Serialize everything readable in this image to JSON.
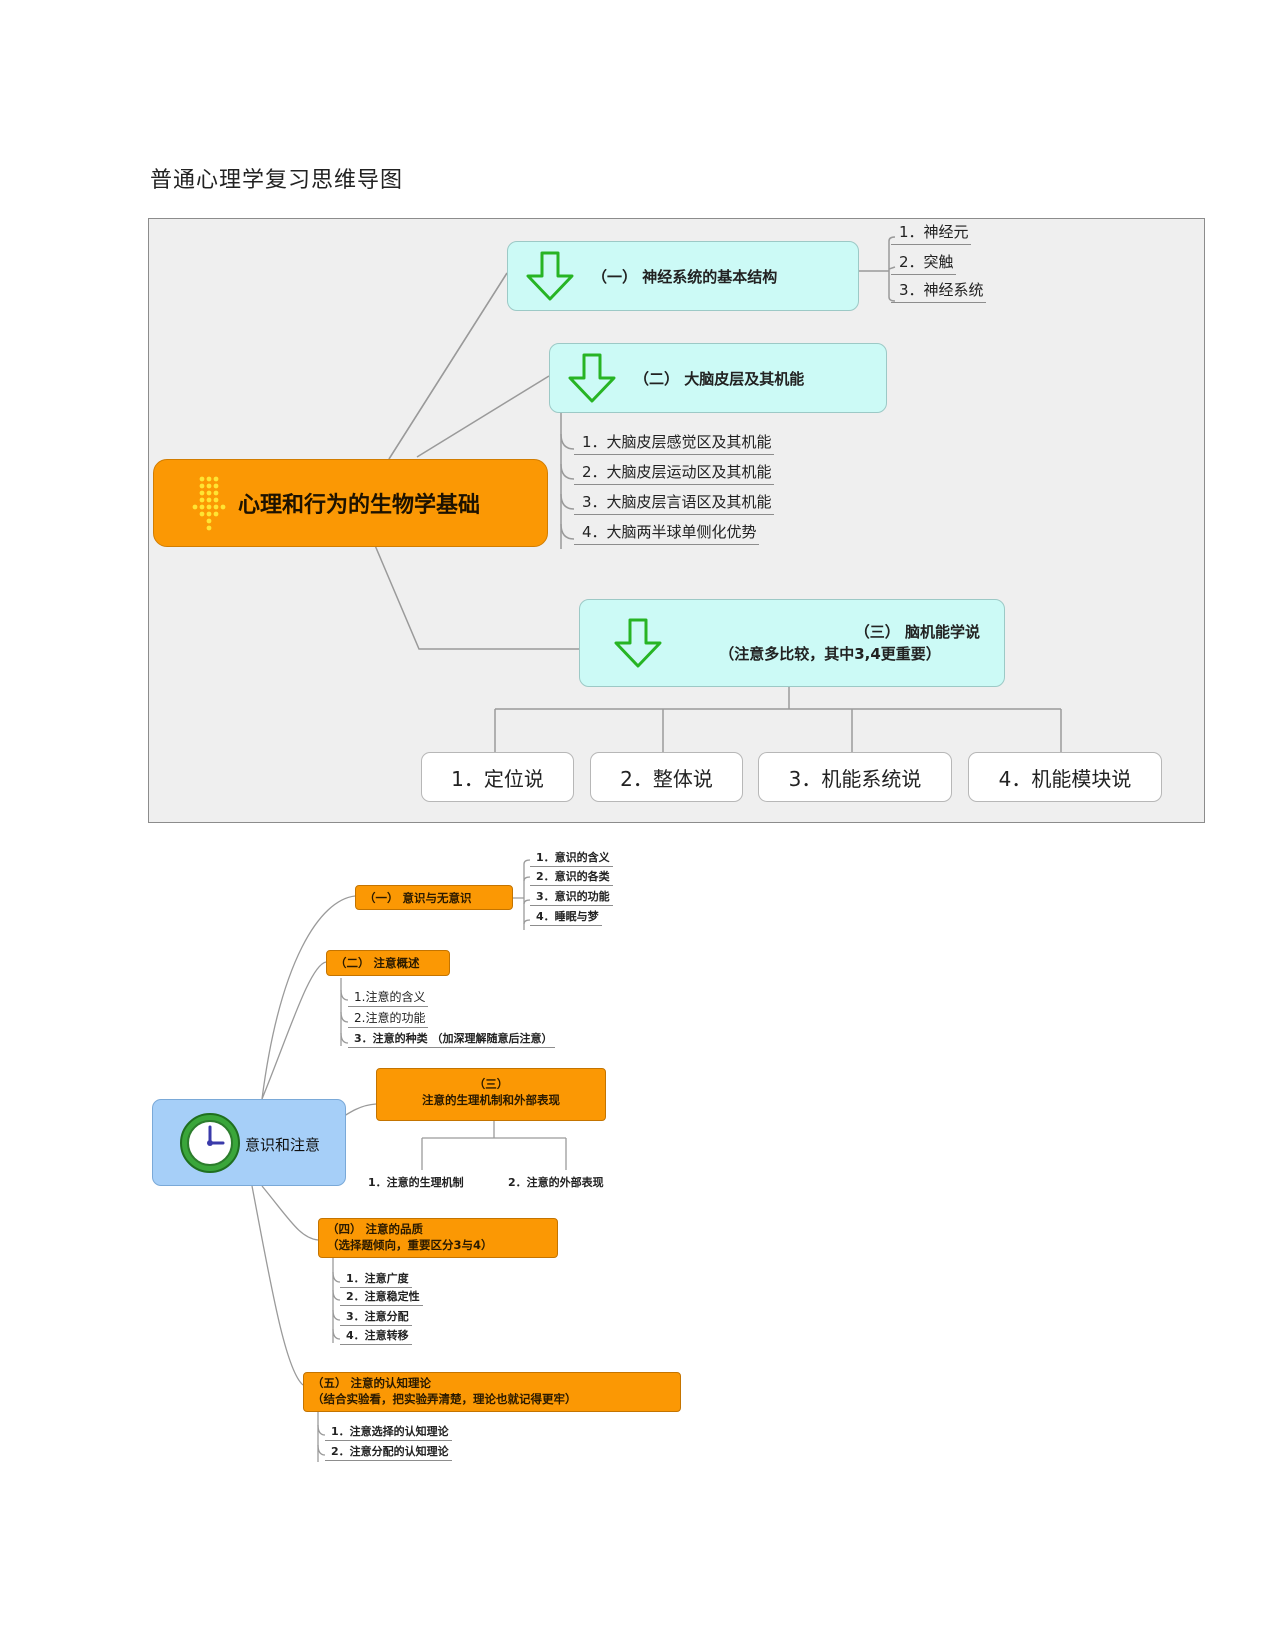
{
  "doc_title": "普通心理学复习思维导图",
  "map1": {
    "root": "心理和行为的生物学基础",
    "branch1": {
      "title": "（一） 神经系统的基本结构",
      "items": [
        "1．神经元",
        "2．突触",
        "3．神经系统"
      ]
    },
    "branch2": {
      "title": "（二） 大脑皮层及其机能",
      "items": [
        "1．大脑皮层感觉区及其机能",
        "2．大脑皮层运动区及其机能",
        "3．大脑皮层言语区及其机能",
        "4．大脑两半球单侧化优势"
      ]
    },
    "branch3": {
      "title_line1": "（三） 脑机能学说",
      "title_line2": "（注意多比较，其中3,4更重要）",
      "items": [
        "1．定位说",
        "2．整体说",
        "3．机能系统说",
        "4．机能模块说"
      ]
    }
  },
  "map2": {
    "root": "意识和注意",
    "branch1": {
      "title": "（一） 意识与无意识",
      "items": [
        "1．意识的含义",
        "2．意识的各类",
        "3．意识的功能",
        "4．睡眠与梦"
      ]
    },
    "branch2": {
      "title": "（二） 注意概述",
      "items": [
        "1.注意的含义",
        "2.注意的功能",
        "3．注意的种类 （加深理解随意后注意）"
      ]
    },
    "branch3": {
      "title_line1": "（三）",
      "title_line2": "注意的生理机制和外部表现",
      "items": [
        "1．注意的生理机制",
        "2．注意的外部表现"
      ]
    },
    "branch4": {
      "title_line1": "（四） 注意的品质",
      "title_line2": "（选择题倾向，重要区分3与4）",
      "items": [
        "1．注意广度",
        "2．注意稳定性",
        "3．注意分配",
        "4．注意转移"
      ]
    },
    "branch5": {
      "title_line1": "（五） 注意的认知理论",
      "title_line2": "（结合实验看，把实验弄清楚，理论也就记得更牢）",
      "items": [
        "1．注意选择的认知理论",
        "2．注意分配的认知理论"
      ]
    }
  },
  "icons": {
    "branch_icon": "down-arrow-icon",
    "root1_icon": "dotted-down-arrow-icon",
    "root2_icon": "clock-icon"
  },
  "colors": {
    "teal_node": "#ccfaf6",
    "orange_node": "#fb9804",
    "blue_node": "#a6cff8",
    "arrow_green": "#27b424"
  }
}
